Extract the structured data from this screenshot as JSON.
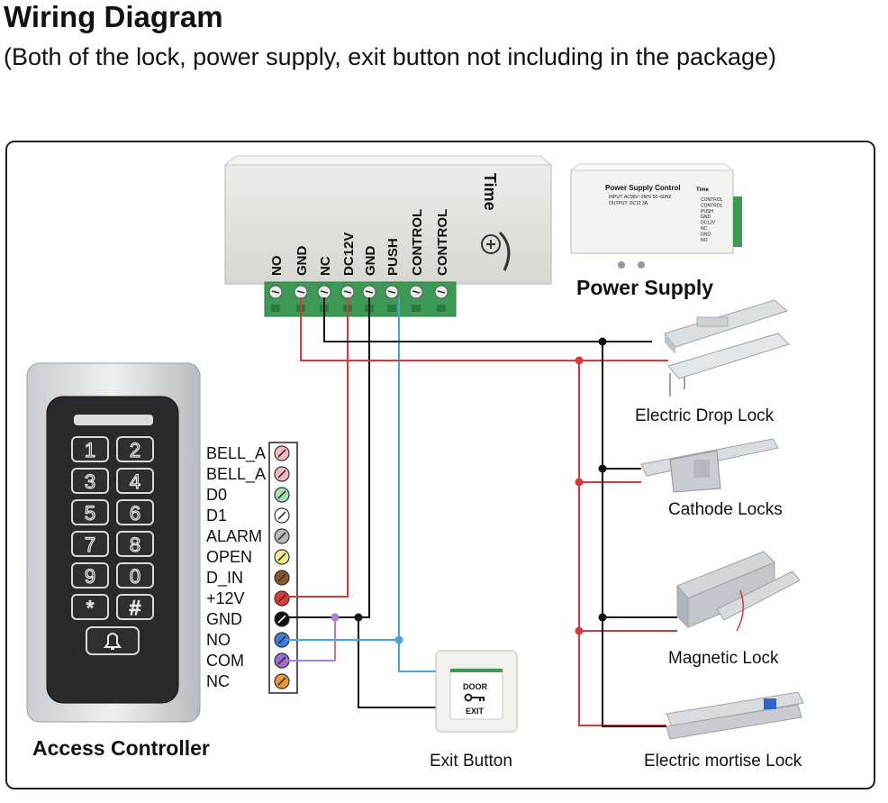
{
  "header": {
    "title": "Wiring Diagram",
    "subtitle": "(Both of the lock, power supply, exit button not including in the package)"
  },
  "power_supply": {
    "label": "Power Supply",
    "brand": "Time",
    "terminals": [
      "NO",
      "GND",
      "NC",
      "DC12V",
      "GND",
      "PUSH",
      "CONTROL",
      "CONTROL"
    ],
    "photo": {
      "title": "Power Supply Control",
      "input_line": "INPUT: AC90V~260V 50~60HZ",
      "output_line": "OUTPUT: DC12 3A",
      "brand": "Time",
      "side_labels": [
        "CONTROL",
        "CONTROL",
        "PUSH",
        "GND",
        "DC12V",
        "NC",
        "GND",
        "NO"
      ]
    }
  },
  "access_controller": {
    "label": "Access Controller",
    "keys": [
      "1",
      "2",
      "3",
      "4",
      "5",
      "6",
      "7",
      "8",
      "9",
      "0",
      "*",
      "#"
    ],
    "terminals": [
      {
        "name": "BELL_A",
        "color": "#f4b8c0"
      },
      {
        "name": "BELL_A",
        "color": "#f4b8c0"
      },
      {
        "name": "D0",
        "color": "#a6e3b0"
      },
      {
        "name": "D1",
        "color": "#ffffff"
      },
      {
        "name": "ALARM",
        "color": "#b9b9b9"
      },
      {
        "name": "OPEN",
        "color": "#f2ec8a"
      },
      {
        "name": "D_IN",
        "color": "#8a5a2b"
      },
      {
        "name": "+12V",
        "color": "#e03a3a"
      },
      {
        "name": "GND",
        "color": "#111111"
      },
      {
        "name": "NO",
        "color": "#3a7fd9"
      },
      {
        "name": "COM",
        "color": "#a06ad6"
      },
      {
        "name": "NC",
        "color": "#f0962e"
      }
    ]
  },
  "exit_button": {
    "label": "Exit Button",
    "line1": "DOOR",
    "line2": "EXIT"
  },
  "locks": [
    {
      "label": "Electric Drop Lock"
    },
    {
      "label": "Cathode Locks"
    },
    {
      "label": "Magnetic Lock"
    },
    {
      "label": "Electric mortise Lock"
    }
  ],
  "colors": {
    "red_wire": "#d9393b",
    "black_wire": "#111111",
    "blue_wire": "#4aa3df",
    "purple_wire": "#b07ad9",
    "terminal_green": "#3d9a55"
  }
}
